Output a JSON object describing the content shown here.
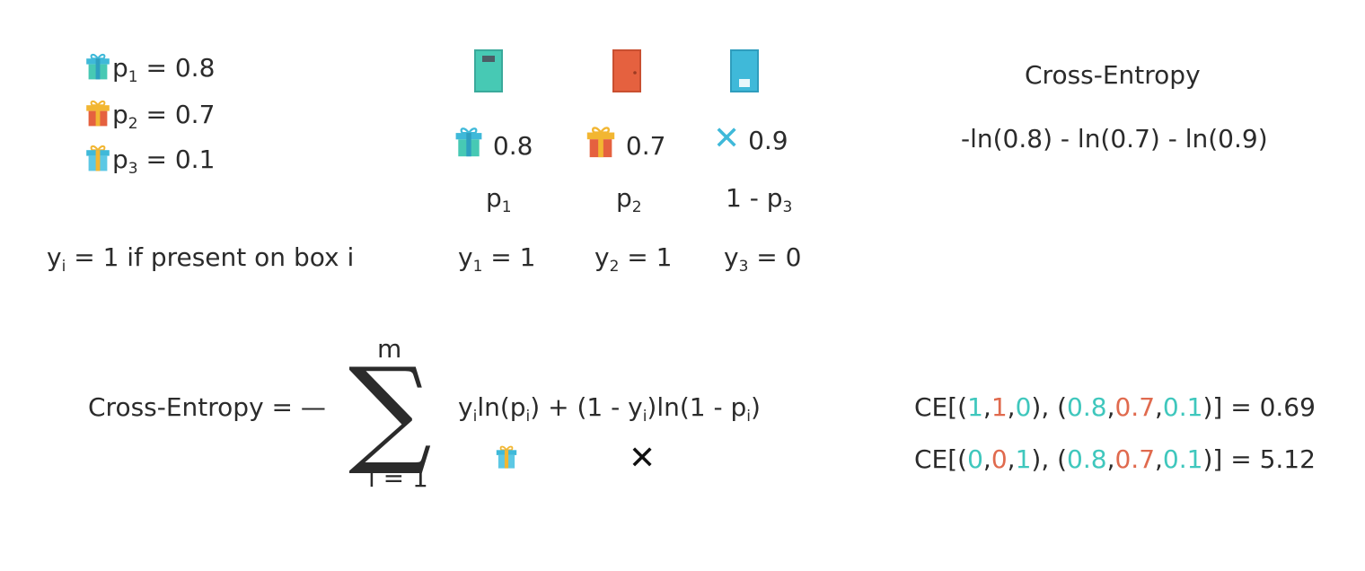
{
  "colors": {
    "teal": "#3fc7bd",
    "red": "#e06a4e",
    "blue": "#3fb9d9",
    "text": "#2b2b2b",
    "gold": "#f2b632"
  },
  "probs": [
    {
      "icon": "teal-gift-icon",
      "var": "p",
      "sub": "1",
      "rest": " = 0.8"
    },
    {
      "icon": "red-gift-icon",
      "var": "p",
      "sub": "2",
      "rest": " = 0.7"
    },
    {
      "icon": "blue-gift-icon",
      "var": "p",
      "sub": "3",
      "rest": " = 0.1"
    }
  ],
  "indicator": {
    "var": "y",
    "sub": "i",
    "rest": " = 1 if present on box i"
  },
  "doors": [
    "teal-door-icon",
    "red-door-icon",
    "blue-door-icon"
  ],
  "box_values": [
    "0.8",
    "0.7",
    "0.9"
  ],
  "box_exprs": [
    {
      "pre": "",
      "var": "p",
      "sub": "1"
    },
    {
      "pre": "",
      "var": "p",
      "sub": "2"
    },
    {
      "pre": "1 - ",
      "var": "p",
      "sub": "3"
    }
  ],
  "box_labels": [
    {
      "var": "y",
      "sub": "1",
      "rest": " = 1"
    },
    {
      "var": "y",
      "sub": "2",
      "rest": " = 1"
    },
    {
      "var": "y",
      "sub": "3",
      "rest": " = 0"
    }
  ],
  "right": {
    "title": "Cross-Entropy",
    "expr": "-ln(0.8) - ln(0.7) - ln(0.9)"
  },
  "formula": {
    "lhs": "Cross-Entropy = —",
    "upper": "m",
    "lower": "i = 1",
    "sigma": "∑",
    "p1": "y",
    "s1": "i",
    "p2": "ln(p",
    "s2": "i",
    "p3": ") + (1 - y",
    "s3": "i",
    "p4": ")ln(1 - p",
    "s4": "i",
    "p5": ")",
    "x_mark": "✕"
  },
  "ce_examples": [
    {
      "pre": "CE[(",
      "a": [
        "1",
        "1",
        "0"
      ],
      "mid": "), (",
      "b": [
        "0.8",
        "0.7",
        "0.1"
      ],
      "post": ")] = 0.69"
    },
    {
      "pre": "CE[(",
      "a": [
        "0",
        "0",
        "1"
      ],
      "mid": "), (",
      "b": [
        "0.8",
        "0.7",
        "0.1"
      ],
      "post": ")] = 5.12"
    }
  ],
  "comma": ","
}
